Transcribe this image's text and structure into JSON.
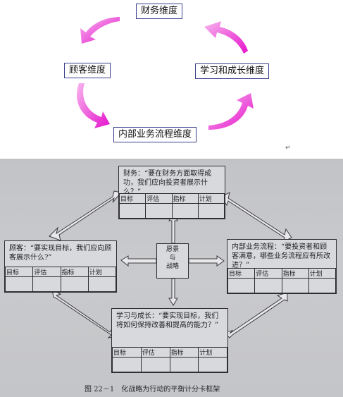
{
  "cycle_diagram": {
    "finance": "财务维度",
    "customer": "顾客维度",
    "learning": "学习和成长维度",
    "process": "内部业务流程维度",
    "paragraph_mark": "↵",
    "arrow_color": "#ee1bd0"
  },
  "framework": {
    "finance": {
      "text": "财务：“要在财务方面取得成功，我们应向投资者展示什么？”",
      "cols": [
        "目标",
        "评估",
        "指标",
        "计划"
      ]
    },
    "customer": {
      "text": "顾客：“要实现目标，我们应向顾客展示什么?”",
      "cols": [
        "目标",
        "评估",
        "指标",
        "计划"
      ]
    },
    "process": {
      "text": "内部业务流程：“要投资者和顾客满意，哪些业务流程应有所改进？”",
      "cols": [
        "目标",
        "评估",
        "指标",
        "计划"
      ]
    },
    "learning": {
      "text": "学习与成长：“要实现目标，我们将如何保持改善和提高的能力？”",
      "cols": [
        "目标",
        "评估",
        "指标",
        "计划"
      ]
    },
    "center": [
      "愿景",
      "与",
      "战略"
    ],
    "caption": "图 22－1　化战略为行动的平衡计分卡框架"
  }
}
